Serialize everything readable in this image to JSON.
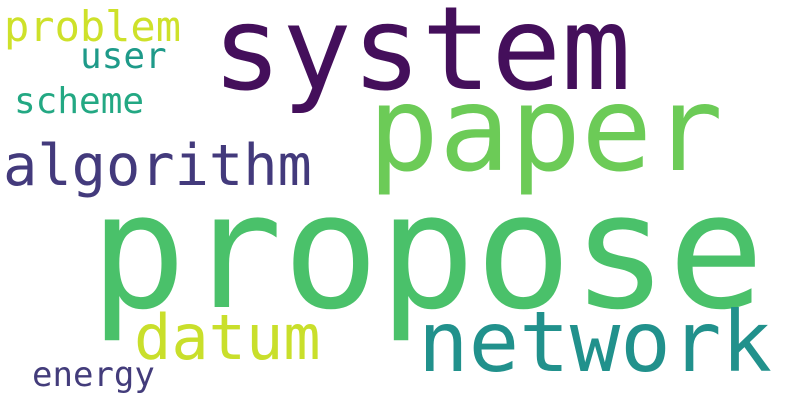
{
  "words": [
    {
      "text": "system",
      "color": "#440F5B"
    },
    {
      "text": "paper",
      "color": "#6CCB57"
    },
    {
      "text": "algorithm",
      "color": "#433A7C"
    },
    {
      "text": "propose",
      "color": "#4AC16A"
    },
    {
      "text": "network",
      "color": "#21918C"
    },
    {
      "text": "datum",
      "color": "#C9DF2B"
    },
    {
      "text": "problem",
      "color": "#CEE12A"
    },
    {
      "text": "user",
      "color": "#1E9A89"
    },
    {
      "text": "scheme",
      "color": "#23A883"
    },
    {
      "text": "energy",
      "color": "#433C7B"
    }
  ]
}
